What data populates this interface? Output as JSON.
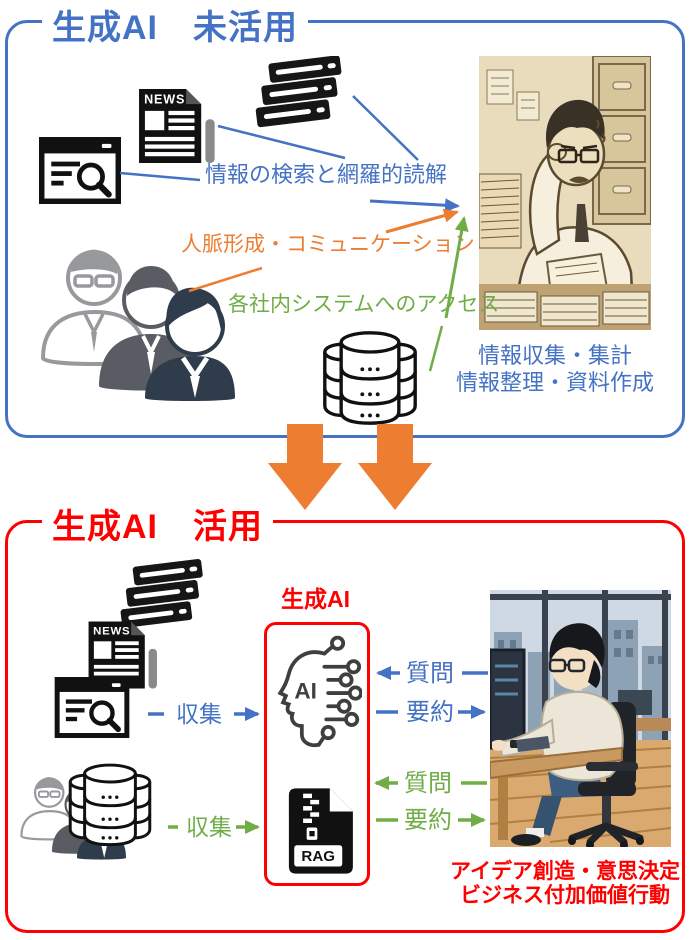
{
  "colors": {
    "blue": "#4472C4",
    "orange": "#ED7D31",
    "green": "#70AD47",
    "red": "#FF0000"
  },
  "top_section": {
    "title": "生成AI　未活用",
    "news_icon_text": "NEWS",
    "label_search": "情報の検索と網羅的読解",
    "label_network": "人脈形成・コミュニケーション",
    "label_systems": "各社内システムへのアクセス",
    "result_line1": "情報収集・集計",
    "result_line2": "情報整理・資料作成"
  },
  "bottom_section": {
    "title": "生成AI　活用",
    "news_icon_text": "NEWS",
    "genai_box_label": "生成AI",
    "ai_icon_text": "AI",
    "rag_icon_text": "RAG",
    "label_collect_top": "収集",
    "label_collect_bottom": "収集",
    "label_question_top": "質問",
    "label_summarize_top": "要約",
    "label_question_bottom": "質問",
    "label_summarize_bottom": "要約",
    "result_line1": "アイデア創造・意思決定",
    "result_line2": "ビジネス付加価値行動"
  }
}
